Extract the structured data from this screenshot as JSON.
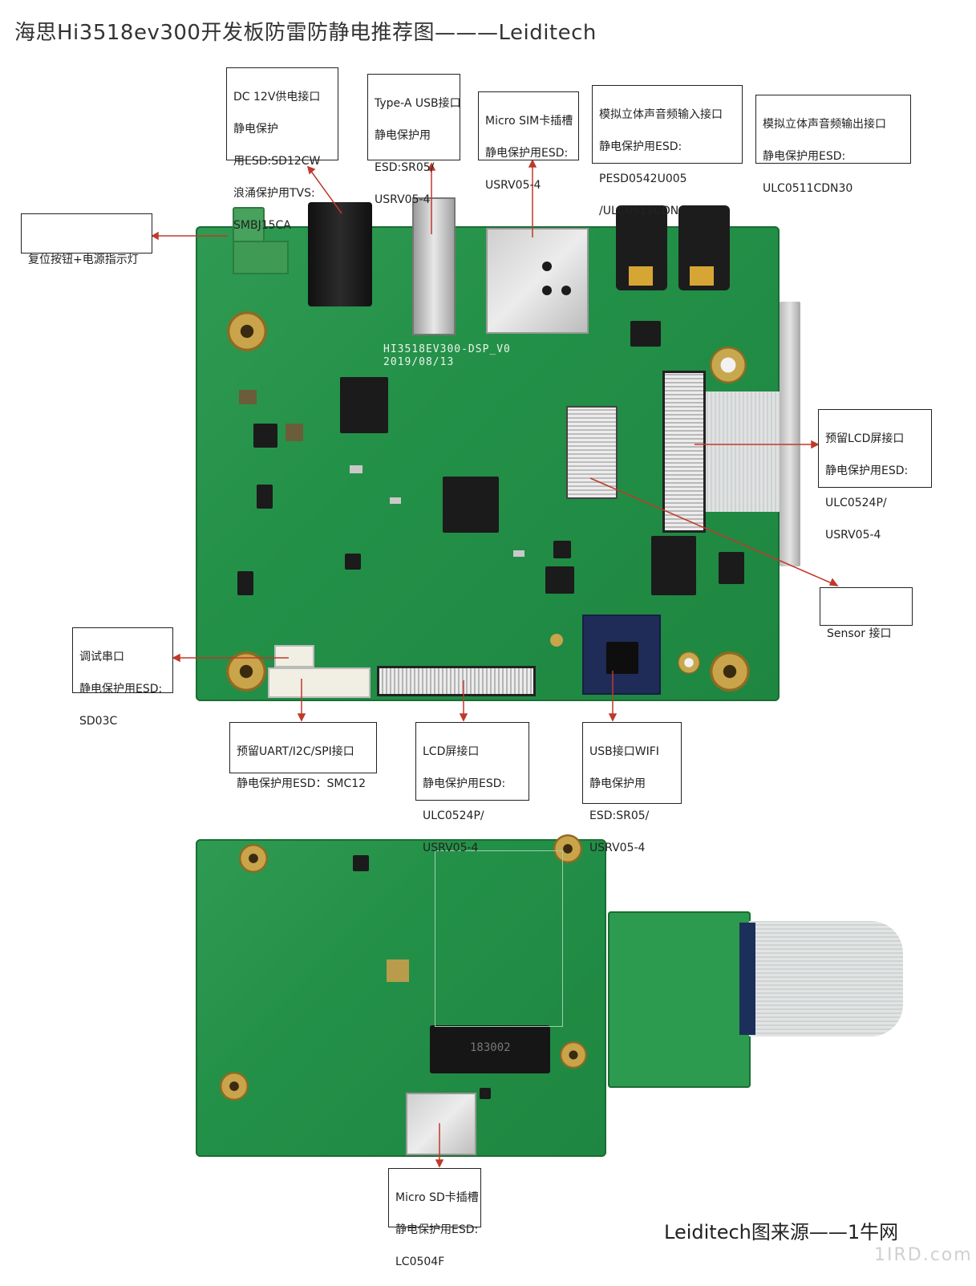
{
  "title": "海思Hi3518ev300开发板防雷防静电推荐图———Leiditech",
  "footer": "Leiditech图来源——1牛网",
  "watermark": "1IRD.com",
  "board_silkscreen": {
    "name": "HI3518EV300-DSP_V0",
    "date": "2019/08/13",
    "m2_chip": "183002"
  },
  "callouts": {
    "reset_led": {
      "lines": [
        "复位按钮+电源指示灯"
      ]
    },
    "dc12v": {
      "lines": [
        "DC 12V供电接口",
        "静电保护",
        "用ESD:SD12CW",
        "浪涌保护用TVS:",
        "SMBJ15CA"
      ]
    },
    "usb_a": {
      "lines": [
        "Type-A USB接口",
        "静电保护用",
        "ESD:SR05/",
        "USRV05-4"
      ]
    },
    "sim": {
      "lines": [
        "Micro SIM卡插槽",
        "静电保护用ESD:",
        "USRV05-4"
      ]
    },
    "audio_in": {
      "lines": [
        "模拟立体声音频输入接口",
        "静电保护用ESD:",
        "PESD0542U005",
        "/ULC0511CDN"
      ]
    },
    "audio_out": {
      "lines": [
        "模拟立体声音频输出接口",
        "静电保护用ESD:",
        "ULC0511CDN30"
      ]
    },
    "lcd_reserved": {
      "lines": [
        "预留LCD屏接口",
        "静电保护用ESD:",
        "ULC0524P/",
        "USRV05-4"
      ]
    },
    "sensor": {
      "lines": [
        "Sensor 接口"
      ]
    },
    "debug_uart": {
      "lines": [
        "调试串口",
        "静电保护用ESD:",
        "SD03C"
      ]
    },
    "uart_i2c_spi": {
      "lines": [
        "预留UART/I2C/SPI接口",
        "静电保护用ESD：SMC12"
      ]
    },
    "lcd": {
      "lines": [
        "LCD屏接口",
        "静电保护用ESD:",
        "ULC0524P/",
        "USRV05-4"
      ]
    },
    "usb_wifi": {
      "lines": [
        "USB接口WIFI",
        "静电保护用",
        "ESD:SR05/",
        "USRV05-4"
      ]
    },
    "micro_sd": {
      "lines": [
        "Micro SD卡插槽",
        "静电保护用ESD:",
        "LC0504F"
      ]
    }
  },
  "colors": {
    "pcb_green": "#239048",
    "solder_gold": "#c9a44a",
    "cable_grey": "#d9dcdc",
    "callout_line": "#c0392b"
  }
}
